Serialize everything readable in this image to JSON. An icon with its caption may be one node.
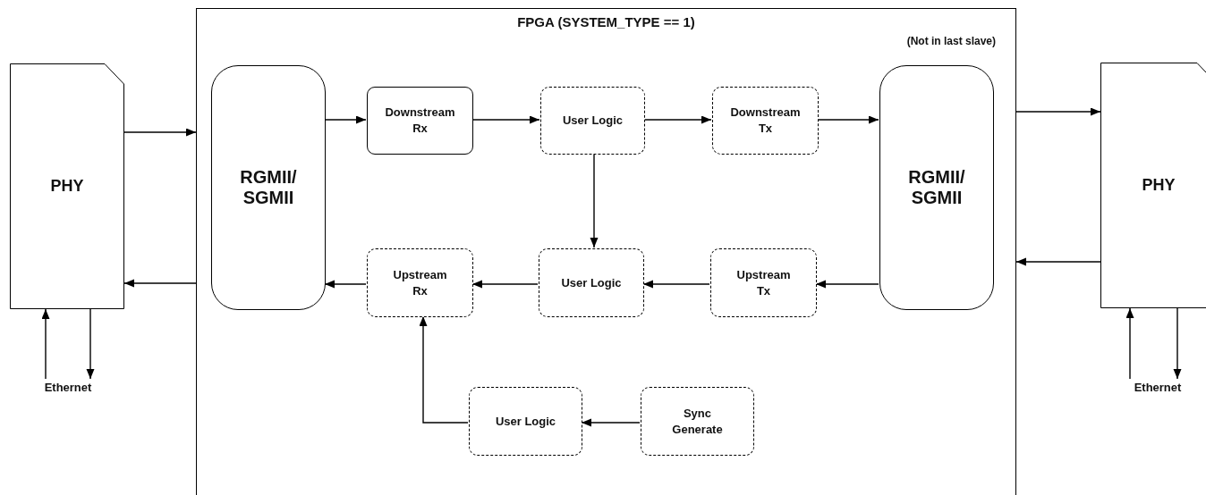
{
  "diagram": {
    "nodes": [
      {
        "text": [
          "PHY"
        ]
      },
      {
        "text": [
          "Ethernet"
        ]
      },
      {
        "text": [
          "FPGA (SYSTEM_TYPE == 1)",
          "(Not in last slave)"
        ]
      },
      {
        "text": [
          "RGMII/ SGMII"
        ],
        "in": 2
      },
      {
        "text": [
          "Downstream Rx"
        ],
        "in": 2
      },
      {
        "text": [
          "User Logic"
        ],
        "in": 2
      },
      {
        "text": [
          "Downstream Tx"
        ],
        "in": 2
      },
      {
        "text": [
          "RGMII/ SGMII"
        ],
        "in": 2
      },
      {
        "text": [
          "Upstream Rx"
        ],
        "in": 2
      },
      {
        "text": [
          "User Logic"
        ],
        "in": 2
      },
      {
        "text": [
          "Upstream Tx"
        ],
        "in": 2
      },
      {
        "text": [
          "User Logic"
        ],
        "in": 2
      },
      {
        "text": [
          "Sync Generate"
        ],
        "in": 2
      },
      {
        "text": [
          "PHY"
        ]
      },
      {
        "text": [
          "Ethernet"
        ]
      }
    ],
    "edges": [
      {
        "from": 0,
        "to": 2,
        "arrow": "to"
      },
      {
        "from": 2,
        "to": 0,
        "arrow": "to"
      },
      {
        "from": 1,
        "to": 0,
        "arrow": "to"
      },
      {
        "from": 0,
        "to": 1,
        "arrow": "to"
      },
      {
        "from": 3,
        "to": 4,
        "arrow": "to"
      },
      {
        "from": 4,
        "to": 5,
        "arrow": "to"
      },
      {
        "from": 5,
        "to": 6,
        "arrow": "to"
      },
      {
        "from": 6,
        "to": 7,
        "arrow": "to"
      },
      {
        "from": 5,
        "to": 9,
        "arrow": "to"
      },
      {
        "from": 7,
        "to": 10,
        "arrow": "to"
      },
      {
        "from": 10,
        "to": 9,
        "arrow": "to"
      },
      {
        "from": 9,
        "to": 8,
        "arrow": "to"
      },
      {
        "from": 8,
        "to": 3,
        "arrow": "to"
      },
      {
        "from": 12,
        "to": 11,
        "arrow": "to"
      },
      {
        "from": 11,
        "to": 8,
        "arrow": "to"
      },
      {
        "from": 2,
        "to": 13,
        "arrow": "to"
      },
      {
        "from": 13,
        "to": 2,
        "arrow": "to"
      },
      {
        "from": 14,
        "to": 13,
        "arrow": "to"
      },
      {
        "from": 13,
        "to": 14,
        "arrow": "to"
      }
    ]
  }
}
